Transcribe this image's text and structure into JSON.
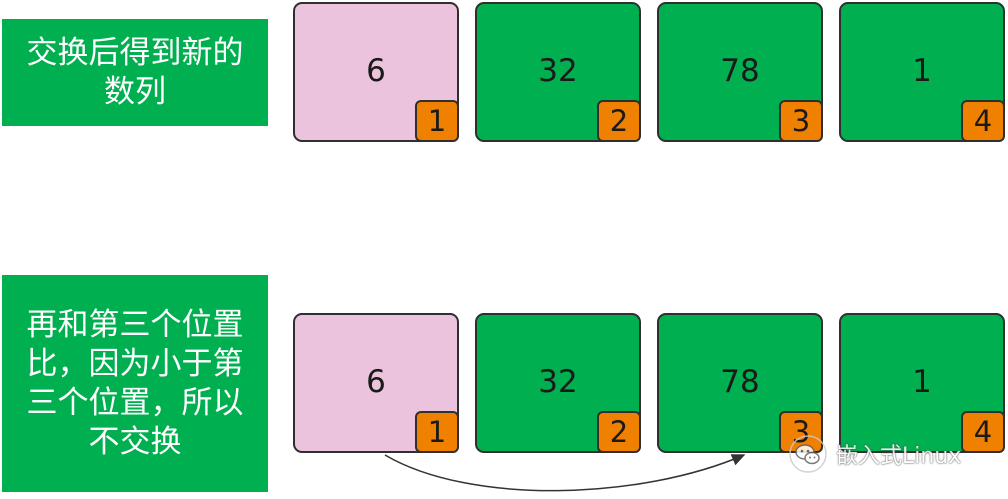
{
  "rows": [
    {
      "caption_lines": [
        "交换后得到新的",
        "数列"
      ],
      "boxes": [
        {
          "value": "6",
          "index": "1",
          "color": "pink"
        },
        {
          "value": "32",
          "index": "2",
          "color": "green"
        },
        {
          "value": "78",
          "index": "3",
          "color": "green"
        },
        {
          "value": "1",
          "index": "4",
          "color": "green"
        }
      ]
    },
    {
      "caption_lines": [
        "再和第三个位置",
        "比，因为小于第",
        "三个位置，所以",
        "不交换"
      ],
      "boxes": [
        {
          "value": "6",
          "index": "1",
          "color": "pink"
        },
        {
          "value": "32",
          "index": "2",
          "color": "green"
        },
        {
          "value": "78",
          "index": "3",
          "color": "green"
        },
        {
          "value": "1",
          "index": "4",
          "color": "green"
        }
      ]
    }
  ],
  "colors": {
    "caption_bg": "#00b050",
    "box_green": "#00b050",
    "box_pink": "#ebc3dd",
    "badge": "#f08000"
  },
  "watermark": {
    "text": "嵌入式Linux",
    "icon": "wechat-icon"
  }
}
